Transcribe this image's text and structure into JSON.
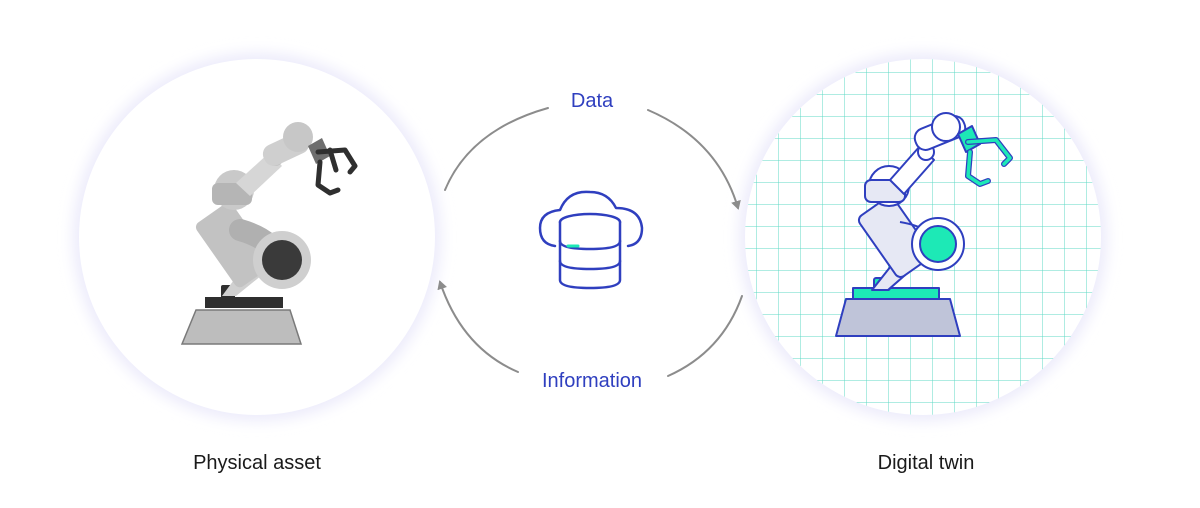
{
  "labels": {
    "physical": "Physical asset",
    "twin": "Digital twin",
    "data": "Data",
    "information": "Information"
  },
  "colors": {
    "accent_blue": "#2f3fbf",
    "arrow_gray": "#8c8c8c",
    "twin_green": "#1de9b6",
    "grid_green": "#5fd9c4",
    "metal_gray": "#bdbdbd",
    "dark_gray": "#3a3a3a",
    "circle_fill": "#ffffff",
    "halo": "#ecebfb"
  },
  "icons": {
    "center": "cloud-database-icon",
    "left": "robot-arm-physical-icon",
    "right": "robot-arm-digital-icon"
  }
}
